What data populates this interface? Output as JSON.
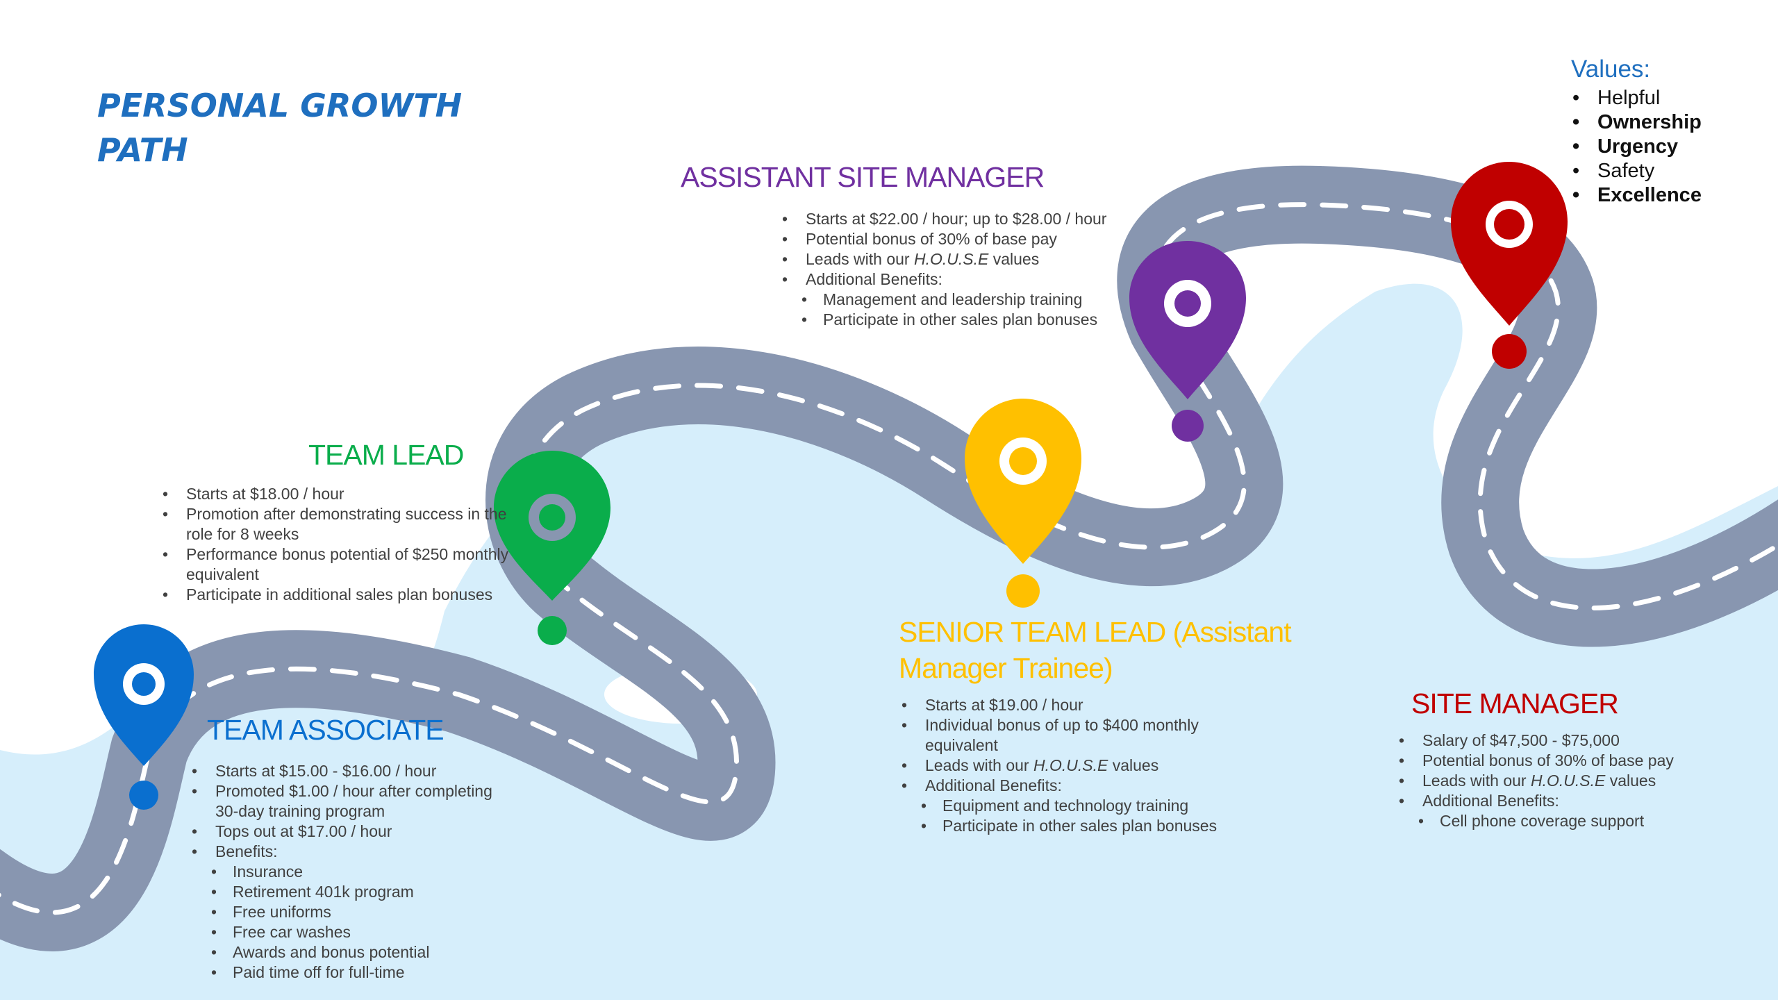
{
  "page_title": "PERSONAL GROWTH PATH",
  "colors": {
    "road": "#8896b0",
    "ground": "#d6eefb",
    "team_associate": "#0a6fcf",
    "team_lead": "#0aad4b",
    "senior_team_lead": "#ffc000",
    "assistant_site_manager": "#7030a0",
    "site_manager": "#c00000",
    "values_heading": "#1f6fbf"
  },
  "values": {
    "heading": "Values:",
    "items": [
      {
        "lead": "H",
        "rest": "elpful"
      },
      {
        "lead": "O",
        "rest": "wnership"
      },
      {
        "lead": "U",
        "rest": "rgency"
      },
      {
        "lead": "S",
        "rest": "afety"
      },
      {
        "lead": "E",
        "rest": "xcellence"
      }
    ]
  },
  "steps": {
    "team_associate": {
      "title": "TEAM ASSOCIATE",
      "bullets": [
        "Starts at $15.00 - $16.00 / hour",
        "Promoted $1.00 / hour after completing 30-day training program",
        "Tops out at $17.00 / hour",
        "Benefits:"
      ],
      "sub_bullets": [
        "Insurance",
        "Retirement 401k program",
        "Free uniforms",
        "Free car washes",
        "Awards and bonus potential",
        "Paid time off for full-time"
      ]
    },
    "team_lead": {
      "title": "TEAM LEAD",
      "bullets": [
        "Starts at $18.00 / hour",
        "Promotion after demonstrating success in the role for 8 weeks",
        "Performance bonus potential of $250 monthly equivalent",
        "Participate in additional sales plan bonuses"
      ]
    },
    "senior_team_lead": {
      "title": "SENIOR TEAM LEAD (Assistant Manager Trainee)",
      "bullets": [
        "Starts at $19.00 / hour",
        "Individual bonus of up to $400 monthly equivalent"
      ],
      "values_bullet": {
        "before": "Leads with our ",
        "emph": "H.O.U.S.E",
        "after": " values"
      },
      "benefits_label": "Additional Benefits:",
      "sub_bullets": [
        "Equipment and technology training",
        "Participate in other sales plan bonuses"
      ]
    },
    "assistant_site_manager": {
      "title": "ASSISTANT SITE MANAGER",
      "bullets": [
        "Starts at $22.00 / hour; up to $28.00 / hour",
        "Potential bonus of 30% of base pay"
      ],
      "values_bullet": {
        "before": "Leads with our ",
        "emph": "H.O.U.S.E",
        "after": " values"
      },
      "benefits_label": "Additional Benefits:",
      "sub_bullets": [
        "Management and leadership training",
        "Participate in other sales plan bonuses"
      ]
    },
    "site_manager": {
      "title": "SITE MANAGER",
      "bullets": [
        "Salary of $47,500 - $75,000",
        "Potential bonus of 30% of base pay"
      ],
      "values_bullet": {
        "before": "Leads with our ",
        "emph": "H.O.U.S.E",
        "after": " values"
      },
      "benefits_label": "Additional Benefits:",
      "sub_bullets": [
        "Cell phone coverage support"
      ]
    }
  }
}
